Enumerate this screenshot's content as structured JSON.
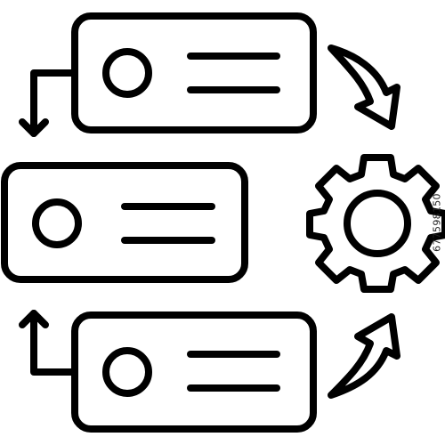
{
  "icon": {
    "name": "workflow-process-icon",
    "stroke_color": "#000000",
    "background_color": "#ffffff",
    "cards": [
      {
        "name": "top-card"
      },
      {
        "name": "middle-card"
      },
      {
        "name": "bottom-card"
      }
    ],
    "arrows": [
      "top-left-down-arrow-icon",
      "bottom-left-up-arrow-icon",
      "curved-down-arrow-icon",
      "curved-up-arrow-icon"
    ],
    "gear": "gear-icon"
  },
  "watermark": {
    "id_text": "677598150"
  }
}
